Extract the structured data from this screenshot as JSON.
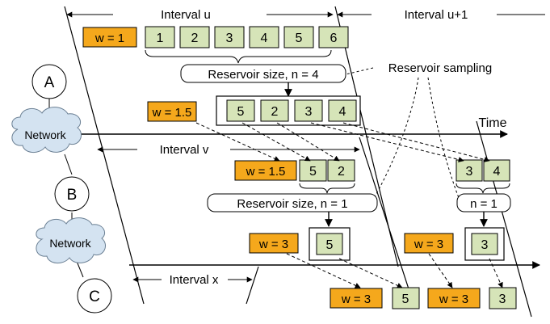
{
  "colors": {
    "weight_fill": "#f5a81c",
    "item_fill": "#d6e4b8",
    "cloud_fill": "#d4e3f1",
    "stroke": "#000000"
  },
  "labels": {
    "interval_u": "Interval u",
    "interval_u_plus_1": "Interval u+1",
    "interval_v": "Interval v",
    "interval_x": "Interval x",
    "time": "Time",
    "reservoir_sampling": "Reservoir sampling"
  },
  "nodes": {
    "a": "A",
    "b": "B",
    "c": "C"
  },
  "networks": {
    "ab": "Network",
    "bc": "Network"
  },
  "reservoir_boxes": {
    "n4": "Reservoir size, n = 4",
    "n1": "Reservoir size, n = 1",
    "n1_short": "n = 1"
  },
  "weights": {
    "w1": "w = 1",
    "w1_5_top": "w = 1.5",
    "w1_5_mid": "w = 1.5",
    "w3_left": "w = 3",
    "w3_right": "w = 3",
    "w3_bottom_left": "w = 3",
    "w3_bottom_right": "w = 3"
  },
  "items": {
    "row1": [
      "1",
      "2",
      "3",
      "4",
      "5",
      "6"
    ],
    "row2": [
      "5",
      "2",
      "3",
      "4"
    ],
    "row3": [
      "5",
      "2"
    ],
    "row3_right": [
      "3",
      "4"
    ],
    "row4_left": "5",
    "row4_right": "3",
    "row5_left": "5",
    "row5_right": "3"
  }
}
